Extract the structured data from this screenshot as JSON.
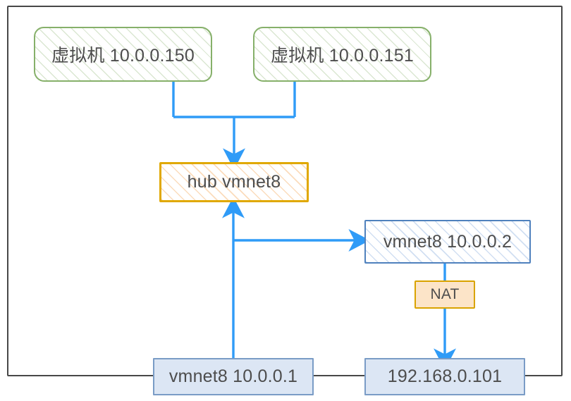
{
  "diagram": {
    "title": "VMware vmnet8 NAT network topology",
    "frame": {
      "name": "network-boundary"
    },
    "colors": {
      "vm_border": "#86b06a",
      "hub_border": "#e0a800",
      "vnet_border": "#4f81bd",
      "host_fill": "#dce6f4",
      "host_border": "#7a9cc6",
      "nat_fill": "#fce4c8",
      "nat_border": "#d9a300",
      "arrow": "#2f9bf7",
      "frame": "#474747",
      "text": "#4d4d4d"
    },
    "nodes": {
      "vm1": {
        "label": "虚拟机 10.0.0.150",
        "kind": "virtual-machine"
      },
      "vm2": {
        "label": "虚拟机 10.0.0.151",
        "kind": "virtual-machine"
      },
      "hub": {
        "label": "hub vmnet8",
        "kind": "virtual-hub"
      },
      "vmnet8_gateway": {
        "label": "vmnet8 10.0.0.2",
        "kind": "virtual-adapter"
      },
      "nat": {
        "label": "NAT",
        "kind": "nat-service"
      },
      "vmnet8_host": {
        "label": "vmnet8 10.0.0.1",
        "kind": "host-adapter"
      },
      "physical_host": {
        "label": "192.168.0.101",
        "kind": "physical-adapter"
      }
    },
    "edges": [
      {
        "name": "vm1-to-hub",
        "from": "vm1",
        "to": "hub",
        "arrow": true
      },
      {
        "name": "vm2-to-hub",
        "from": "vm2",
        "to": "hub",
        "arrow": true
      },
      {
        "name": "vmnet8-host-to-hub",
        "from": "vmnet8_host",
        "to": "hub",
        "arrow": true
      },
      {
        "name": "vmnet8-host-to-gateway",
        "from": "vmnet8_host",
        "to": "vmnet8_gateway",
        "arrow": true
      },
      {
        "name": "gateway-through-nat-to-physical",
        "from": "vmnet8_gateway",
        "to": "physical_host",
        "arrow": true,
        "via": "nat"
      }
    ]
  }
}
